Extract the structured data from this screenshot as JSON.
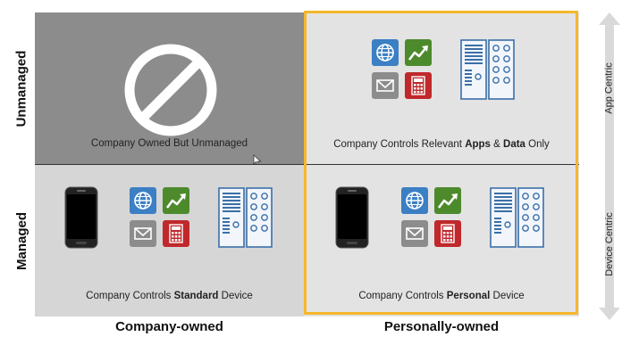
{
  "rows": {
    "top": "Unmanaged",
    "bottom": "Managed"
  },
  "columns": {
    "left": "Company-owned",
    "right": "Personally-owned"
  },
  "quadrants": {
    "top_left": {
      "caption": "Company Owned But Unmanaged"
    },
    "top_right": {
      "caption_prefix": "Company Controls Relevant ",
      "caption_bold1": "Apps",
      "caption_mid": " & ",
      "caption_bold2": "Data",
      "caption_suffix": " Only"
    },
    "bottom_left": {
      "caption_prefix": "Company Controls ",
      "caption_bold": "Standard",
      "caption_suffix": " Device"
    },
    "bottom_right": {
      "caption_prefix": "Company Controls ",
      "caption_bold": "Personal",
      "caption_suffix": " Device"
    }
  },
  "scale": {
    "top": "App Centric",
    "bottom": "Device Centric"
  },
  "colors": {
    "highlight_border": "#f5b72b",
    "globe_tile": "#3b7fc4",
    "chart_tile": "#4d8a2c",
    "mail_tile": "#8c8c8c",
    "calc_tile": "#c0282b"
  }
}
